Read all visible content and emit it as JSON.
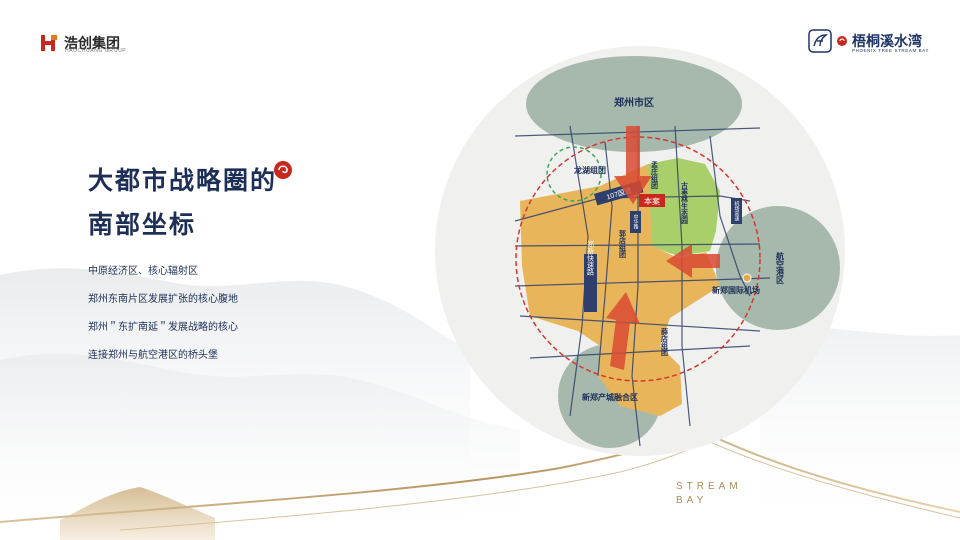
{
  "brand_left": {
    "name": "浩创集团",
    "sub": "HAOCHUANG GROUP",
    "logo_icon": "h-logo-icon"
  },
  "brand_right": {
    "name": "梧桐溪水湾",
    "sub": "PHOENIX TREE STREAM BAY",
    "logo_icon": "phoenix-logo-icon"
  },
  "title": {
    "line1": "大都市战略圈的",
    "line2": "南部坐标"
  },
  "points": [
    "中原经济区、核心辐射区",
    "郑州东南片区发展扩张的核心腹地",
    "郑州＂东扩南延＂发展战略的核心",
    "连接郑州与航空港区的桥头堡"
  ],
  "map": {
    "zones": {
      "zhengzhou_city": "郑州市区",
      "airport_zone": "航空港区",
      "xinzheng_city": "新郑产城融合区",
      "longhu": "龙湖组团",
      "mengzhuang": "孟庄组团",
      "guodian": "郭店组团",
      "xuedian": "薛店组团",
      "forest": "古枣林生态园"
    },
    "roads": {
      "g107": "107国道",
      "zhengxin_express": "郑新快速路",
      "side_road_1": "中华路",
      "side_road_2": "机场高速"
    },
    "poi": {
      "project": "本案",
      "airport": "新郑国际机场"
    }
  },
  "footer": {
    "stream": "STREAM",
    "bay": "BAY"
  },
  "colors": {
    "navy": "#1e2f57",
    "gold": "#a78a54",
    "zone_green": "#99b1a2",
    "arrow_red": "#d94a33",
    "brand_red": "#c8281e"
  }
}
